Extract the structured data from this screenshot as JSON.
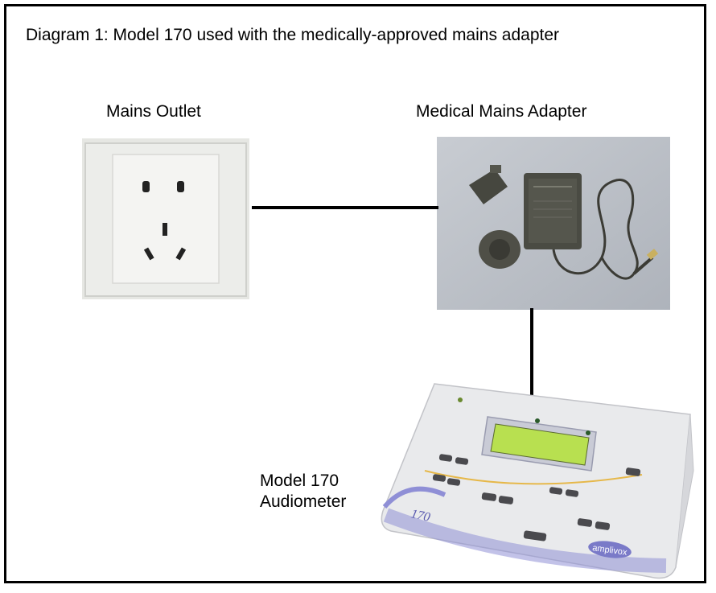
{
  "title": "Diagram 1: Model 170 used with the medically-approved mains adapter",
  "labels": {
    "mains_outlet": "Mains Outlet",
    "medical_adapter": "Medical Mains Adapter",
    "audiometer_line1": "Model 170",
    "audiometer_line2": "Audiometer"
  },
  "device_text": {
    "model_number": "170",
    "brand": "amplivox"
  },
  "colors": {
    "border": "#000000",
    "lcd": "#b8e050",
    "device_accent": "#8f8fd6",
    "brand_oval": "#7a7ac8"
  }
}
